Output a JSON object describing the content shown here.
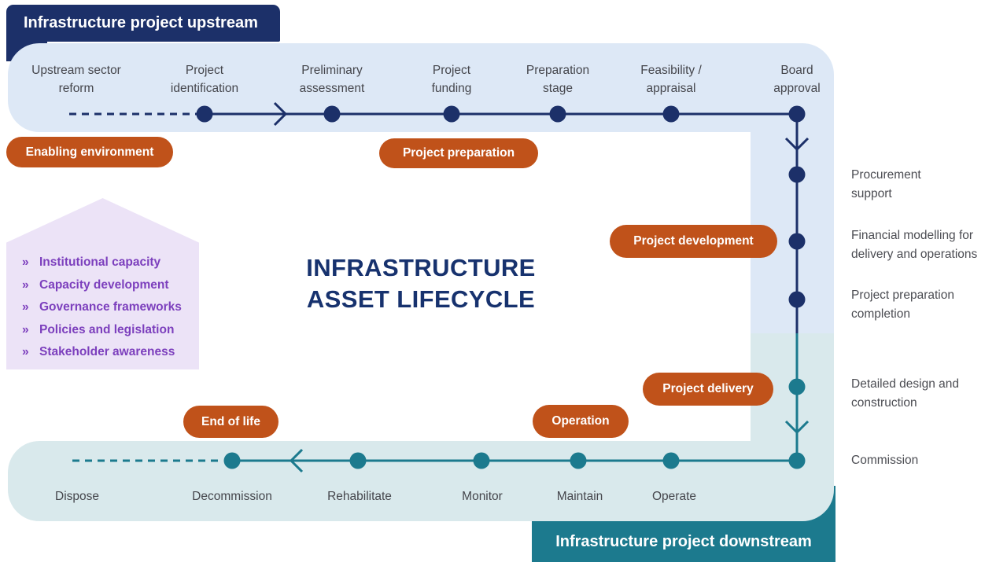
{
  "banners": {
    "upstream": "Infrastructure project upstream",
    "downstream": "Infrastructure project downstream"
  },
  "title": {
    "text": "INFRASTRUCTURE\nASSET LIFECYCLE"
  },
  "upstream_timeline": {
    "stages": [
      {
        "label": "Upstream sector\nreform"
      },
      {
        "label": "Project\nidentification"
      },
      {
        "label": "Preliminary\nassessment"
      },
      {
        "label": "Project\nfunding"
      },
      {
        "label": "Preparation\nstage"
      },
      {
        "label": "Feasibility /\nappraisal"
      },
      {
        "label": "Board\napproval"
      }
    ]
  },
  "downstream_timeline": {
    "stages": [
      {
        "label": "Dispose"
      },
      {
        "label": "Decommission"
      },
      {
        "label": "Rehabilitate"
      },
      {
        "label": "Monitor"
      },
      {
        "label": "Maintain"
      },
      {
        "label": "Operate"
      }
    ]
  },
  "delivery_milestones": [
    {
      "label": "Procurement\nsupport"
    },
    {
      "label": "Financial modelling for\ndelivery and operations"
    },
    {
      "label": "Project preparation\ncompletion"
    },
    {
      "label": "Detailed design and\nconstruction"
    },
    {
      "label": "Commission"
    }
  ],
  "phase_badges": [
    {
      "label": "Enabling environment"
    },
    {
      "label": "Project preparation"
    },
    {
      "label": "Project development"
    },
    {
      "label": "Project delivery"
    },
    {
      "label": "Operation"
    },
    {
      "label": "End of life"
    }
  ],
  "enablers": {
    "bullet": "»",
    "items": [
      {
        "label": "Institutional capacity"
      },
      {
        "label": "Capacity development"
      },
      {
        "label": "Governance frameworks"
      },
      {
        "label": "Policies and legislation"
      },
      {
        "label": "Stakeholder awareness"
      }
    ]
  },
  "colors": {
    "navy": "#1c3069",
    "light_blue": "#dde8f6",
    "teal": "#1c7a8e",
    "light_teal": "#d9e9ec",
    "orange": "#c0521a",
    "purple": "#7c3fbd",
    "purple_bg": "#ece3f7"
  }
}
